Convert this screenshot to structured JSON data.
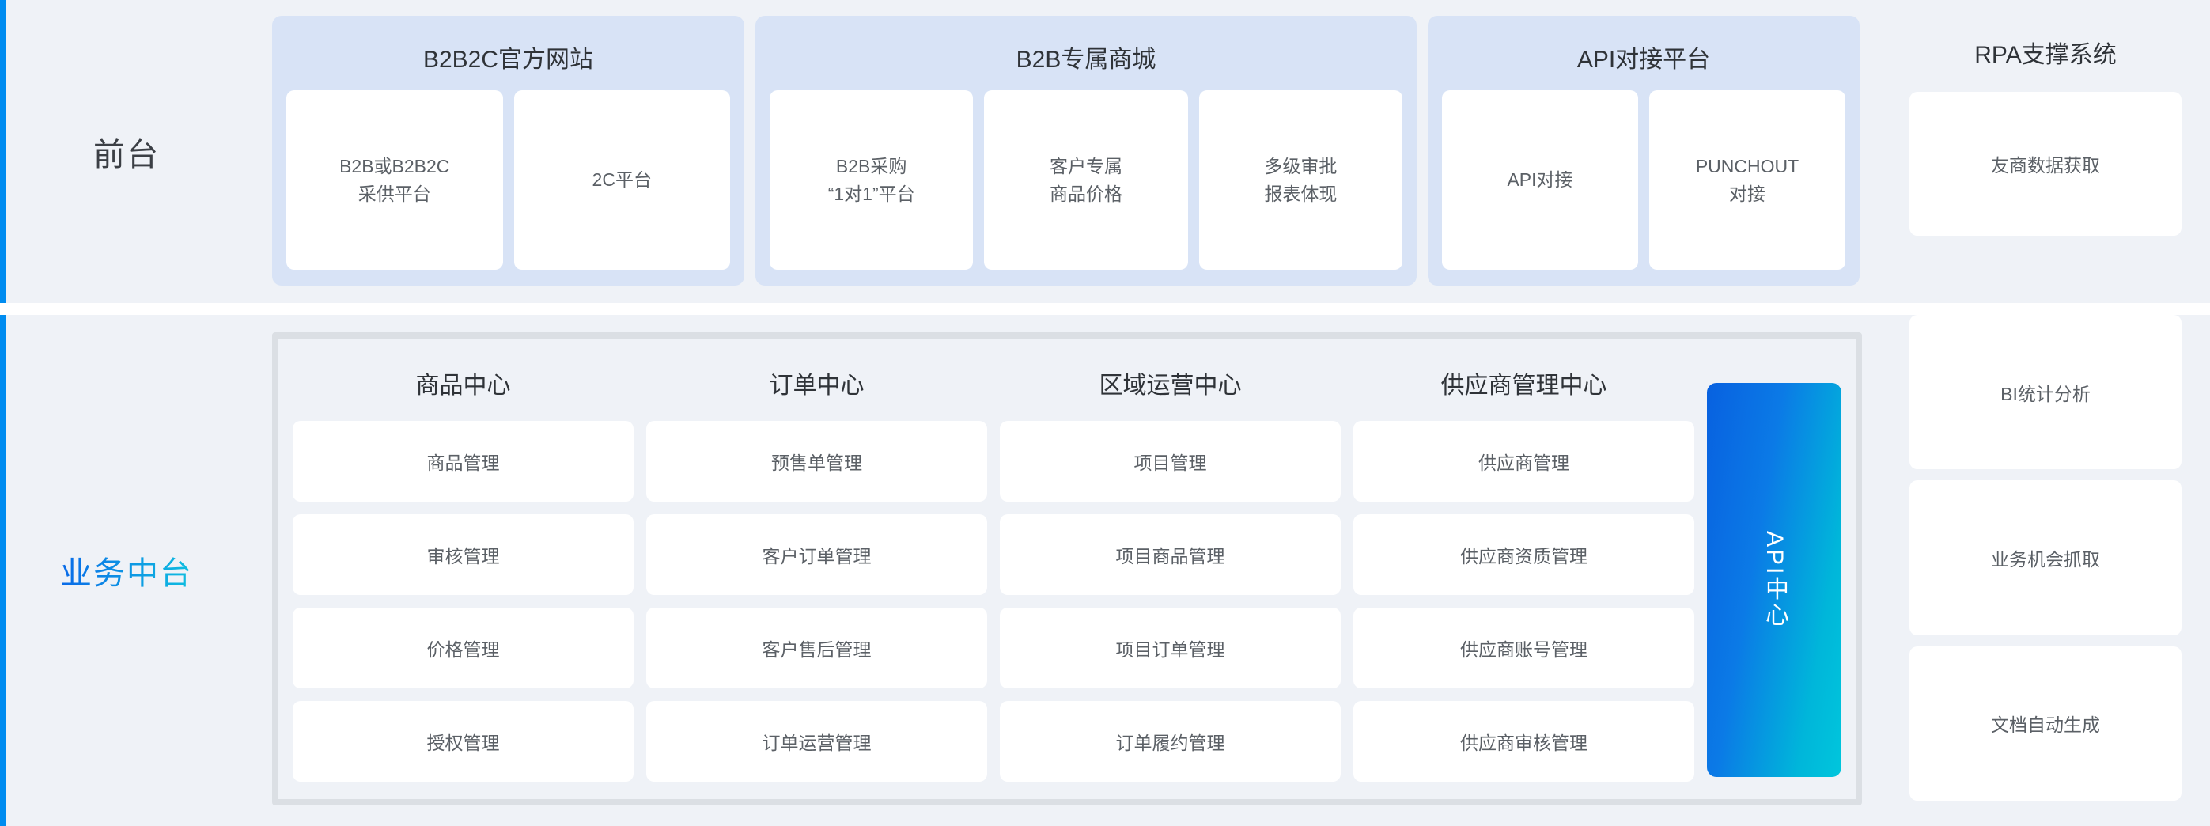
{
  "layers": {
    "front": {
      "label": "前台"
    },
    "middle": {
      "label": "业务中台"
    }
  },
  "front_groups": [
    {
      "title": "B2B2C官方网站",
      "cards": [
        "B2B或B2B2C\n采供平台",
        "2C平台"
      ]
    },
    {
      "title": "B2B专属商城",
      "cards": [
        "B2B采购\n“1对1”平台",
        "客户专属\n商品价格",
        "多级审批\n报表体现"
      ]
    },
    {
      "title": "API对接平台",
      "cards": [
        "API对接",
        "PUNCHOUT\n对接"
      ]
    }
  ],
  "rpa": {
    "title": "RPA支撑系统",
    "cards": [
      "友商数据获取",
      "BI统计分析",
      "业务机会抓取",
      "文档自动生成"
    ]
  },
  "middle_columns": [
    {
      "title": "商品中心",
      "items": [
        "商品管理",
        "审核管理",
        "价格管理",
        "授权管理"
      ]
    },
    {
      "title": "订单中心",
      "items": [
        "预售单管理",
        "客户订单管理",
        "客户售后管理",
        "订单运营管理"
      ]
    },
    {
      "title": "区域运营中心",
      "items": [
        "项目管理",
        "项目商品管理",
        "项目订单管理",
        "订单履约管理"
      ]
    },
    {
      "title": "供应商管理中心",
      "items": [
        "供应商管理",
        "供应商资质管理",
        "供应商账号管理",
        "供应商审核管理"
      ]
    }
  ],
  "api_center": {
    "label": "API中心"
  },
  "colors": {
    "rail_accent": "#008cf0",
    "panel_bg": "#eff2f7",
    "group_bg": "#d8e3f6",
    "card_bg": "#ffffff",
    "text_dark": "#2f3338",
    "text_muted": "#5b6066",
    "mid_border": "#dbdfe4",
    "api_gradient_start": "#0861e0",
    "api_gradient_end": "#00c6dc",
    "mid_label_gradient_start": "#0a6ae8",
    "mid_label_gradient_end": "#0fbfe0"
  }
}
